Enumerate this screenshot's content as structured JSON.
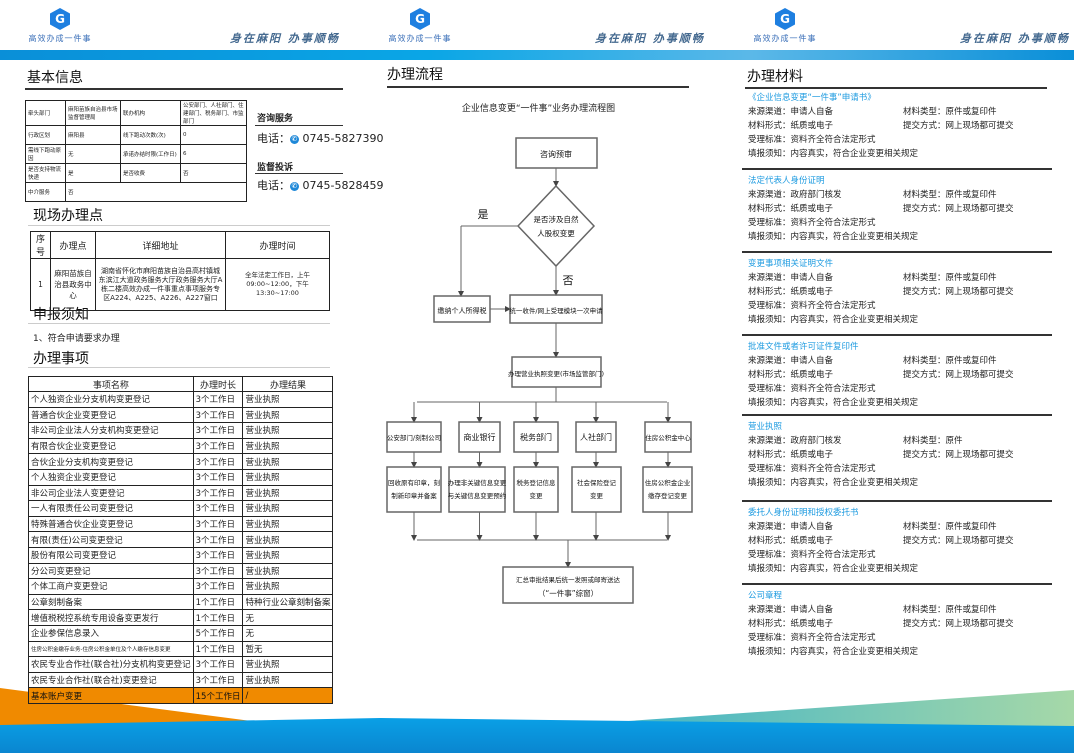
{
  "header": {
    "logo_text": "高效办成一件事",
    "slogan": "身在麻阳  办事顺畅"
  },
  "basic": {
    "title": "基本信息",
    "rows": [
      [
        "牵头部门",
        "麻阳苗族自治县市场监督管理局",
        "联办机构",
        "公安部门、人社部门、住建部门、税务部门、市监部门"
      ],
      [
        "行政区划",
        "麻阳县",
        "线下跑动次数(次)",
        "0"
      ],
      [
        "需线下跑动原因",
        "无",
        "承诺办结时限(工作日)",
        "6"
      ],
      [
        "是否支持物流快递",
        "是",
        "是否收费",
        "否"
      ],
      [
        "中介服务",
        "否"
      ]
    ],
    "consult_title": "咨询服务",
    "consult_phone": "电话：",
    "consult_number": "0745-5827390",
    "complaint_title": "监督投诉",
    "complaint_phone": "电话：",
    "complaint_number": "0745-5828459"
  },
  "site": {
    "title": "现场办理点",
    "headers": [
      "序号",
      "办理点",
      "详细地址",
      "办理时间"
    ],
    "row": [
      "1",
      "麻阳苗族自治县政务中心",
      "湖南省怀化市麻阳苗族自治县高村镇城东滨江大道政务服务大厅政务服务大厅A栋二楼高效办成一件事重点事项服务专区A224、A225、A226、A227窗口",
      "全年法定工作日，上午 09:00~12:00，下午 13:30~17:00"
    ]
  },
  "notice": {
    "title": "申报须知",
    "text": "1、符合申请要求办理"
  },
  "items": {
    "title": "办理事项",
    "headers": [
      "事项名称",
      "办理时长",
      "办理结果"
    ],
    "rows": [
      [
        "个人独资企业分支机构变更登记",
        "3个工作日",
        "营业执照"
      ],
      [
        "普通合伙企业变更登记",
        "3个工作日",
        "营业执照"
      ],
      [
        "非公司企业法人分支机构变更登记",
        "3个工作日",
        "营业执照"
      ],
      [
        "有限合伙企业变更登记",
        "3个工作日",
        "营业执照"
      ],
      [
        "合伙企业分支机构变更登记",
        "3个工作日",
        "营业执照"
      ],
      [
        "个人独资企业变更登记",
        "3个工作日",
        "营业执照"
      ],
      [
        "非公司企业法人变更登记",
        "3个工作日",
        "营业执照"
      ],
      [
        "一人有限责任公司变更登记",
        "3个工作日",
        "营业执照"
      ],
      [
        "特殊普通合伙企业变更登记",
        "3个工作日",
        "营业执照"
      ],
      [
        "有限(责任)公司变更登记",
        "3个工作日",
        "营业执照"
      ],
      [
        "股份有限公司变更登记",
        "3个工作日",
        "营业执照"
      ],
      [
        "分公司变更登记",
        "3个工作日",
        "营业执照"
      ],
      [
        "个体工商户变更登记",
        "3个工作日",
        "营业执照"
      ],
      [
        "公章刻制备案",
        "1个工作日",
        "特种行业公章刻制备案"
      ],
      [
        "增值税税控系统专用设备变更发行",
        "1个工作日",
        "无"
      ],
      [
        "企业参保信息录入",
        "5个工作日",
        "无"
      ],
      [
        "住房公积金缴存业务-住房公积金单位及个人缴存信息变更",
        "1个工作日",
        "暂无"
      ],
      [
        "农民专业合作社(联合社)分支机构变更登记",
        "3个工作日",
        "营业执照"
      ],
      [
        "农民专业合作社(联合社)变更登记",
        "3个工作日",
        "营业执照"
      ],
      [
        "基本账户变更",
        "15个工作日",
        "/"
      ]
    ]
  },
  "flow": {
    "title": "办理流程",
    "chart_title": "企业信息变更“一件事”业务办理流程图",
    "start": "咨询预审",
    "decision": [
      "是否涉及自然",
      "人股权变更"
    ],
    "yes": "是",
    "no": "否",
    "tax": "缴纳个人所得税",
    "accept": "统一收件/网上受理模块一次申请",
    "license": "办理营业执照变更(市场监管部门)",
    "depts": [
      "公安部门/刻制公司",
      "商业银行",
      "税务部门",
      "人社部门",
      "住房公积金中心"
    ],
    "actions": [
      [
        "回收原有印章，刻",
        "制新印章并备案"
      ],
      [
        "办理非关键信息变更",
        "与关键信息变更预约"
      ],
      [
        "税务登记信息",
        "变更"
      ],
      [
        "社会保险登记",
        "变更"
      ],
      [
        "住房公积金企业",
        "缴存登记变更"
      ]
    ],
    "final": [
      "汇总审批结果后统一发照或邮寄送达",
      "（“一件事”综窗）"
    ]
  },
  "materials": {
    "title": "办理材料",
    "labels": {
      "source": "来源渠道：",
      "type": "材料类型：",
      "form": "材料形式：",
      "submit": "提交方式：",
      "standard": "受理标准：",
      "fill": "填报须知："
    },
    "list": [
      {
        "name": "《企业信息变更“一件事”申请书》",
        "source": "申请人自备",
        "type": "原件或复印件",
        "form": "纸质或电子",
        "submit": "网上现场都可提交",
        "standard": "资料齐全符合法定形式",
        "fill": "内容真实，符合企业变更相关规定"
      },
      {
        "name": "法定代表人身份证明",
        "source": "政府部门核发",
        "type": "原件或复印件",
        "form": "纸质或电子",
        "submit": "网上现场都可提交",
        "standard": "资料齐全符合法定形式",
        "fill": "内容真实，符合企业变更相关规定"
      },
      {
        "name": "变更事项相关证明文件",
        "source": "申请人自备",
        "type": "原件或复印件",
        "form": "纸质或电子",
        "submit": "网上现场都可提交",
        "standard": "资料齐全符合法定形式",
        "fill": "内容真实，符合企业变更相关规定"
      },
      {
        "name": "批准文件或者许可证件复印件",
        "source": "申请人自备",
        "type": "原件或复印件",
        "form": "纸质或电子",
        "submit": "网上现场都可提交",
        "standard": "资料齐全符合法定形式",
        "fill": "内容真实，符合企业变更相关规定"
      },
      {
        "name": "营业执照",
        "source": "政府部门核发",
        "type": "原件",
        "form": "纸质或电子",
        "submit": "网上现场都可提交",
        "standard": "资料齐全符合法定形式",
        "fill": "内容真实，符合企业变更相关规定"
      },
      {
        "name": "委托人身份证明和授权委托书",
        "source": "申请人自备",
        "type": "原件或复印件",
        "form": "纸质或电子",
        "submit": "网上现场都可提交",
        "standard": "资料齐全符合法定形式",
        "fill": "内容真实，符合企业变更相关规定"
      },
      {
        "name": "公司章程",
        "source": "申请人自备",
        "type": "原件或复印件",
        "form": "纸质或电子",
        "submit": "网上现场都可提交",
        "standard": "资料齐全符合法定形式",
        "fill": "内容真实，符合企业变更相关规定"
      }
    ]
  },
  "colors": {
    "brand_blue": "#0a96dc",
    "link_blue": "#1e9be0",
    "orange": "#f08a00"
  }
}
